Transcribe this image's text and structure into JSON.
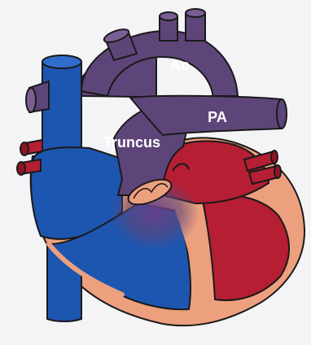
{
  "labels": {
    "aorta": "Ao",
    "pulmonary_artery": "PA",
    "truncus": "Truncus"
  },
  "colors": {
    "background": "#f4f3f6",
    "venous_blue": "#1d56b0",
    "arterial_red": "#b51e33",
    "trunk_purple": "#5e4579",
    "wall_salmon": "#eda07e",
    "outline": "#1a1a1a",
    "label_text": "#ffffff"
  }
}
